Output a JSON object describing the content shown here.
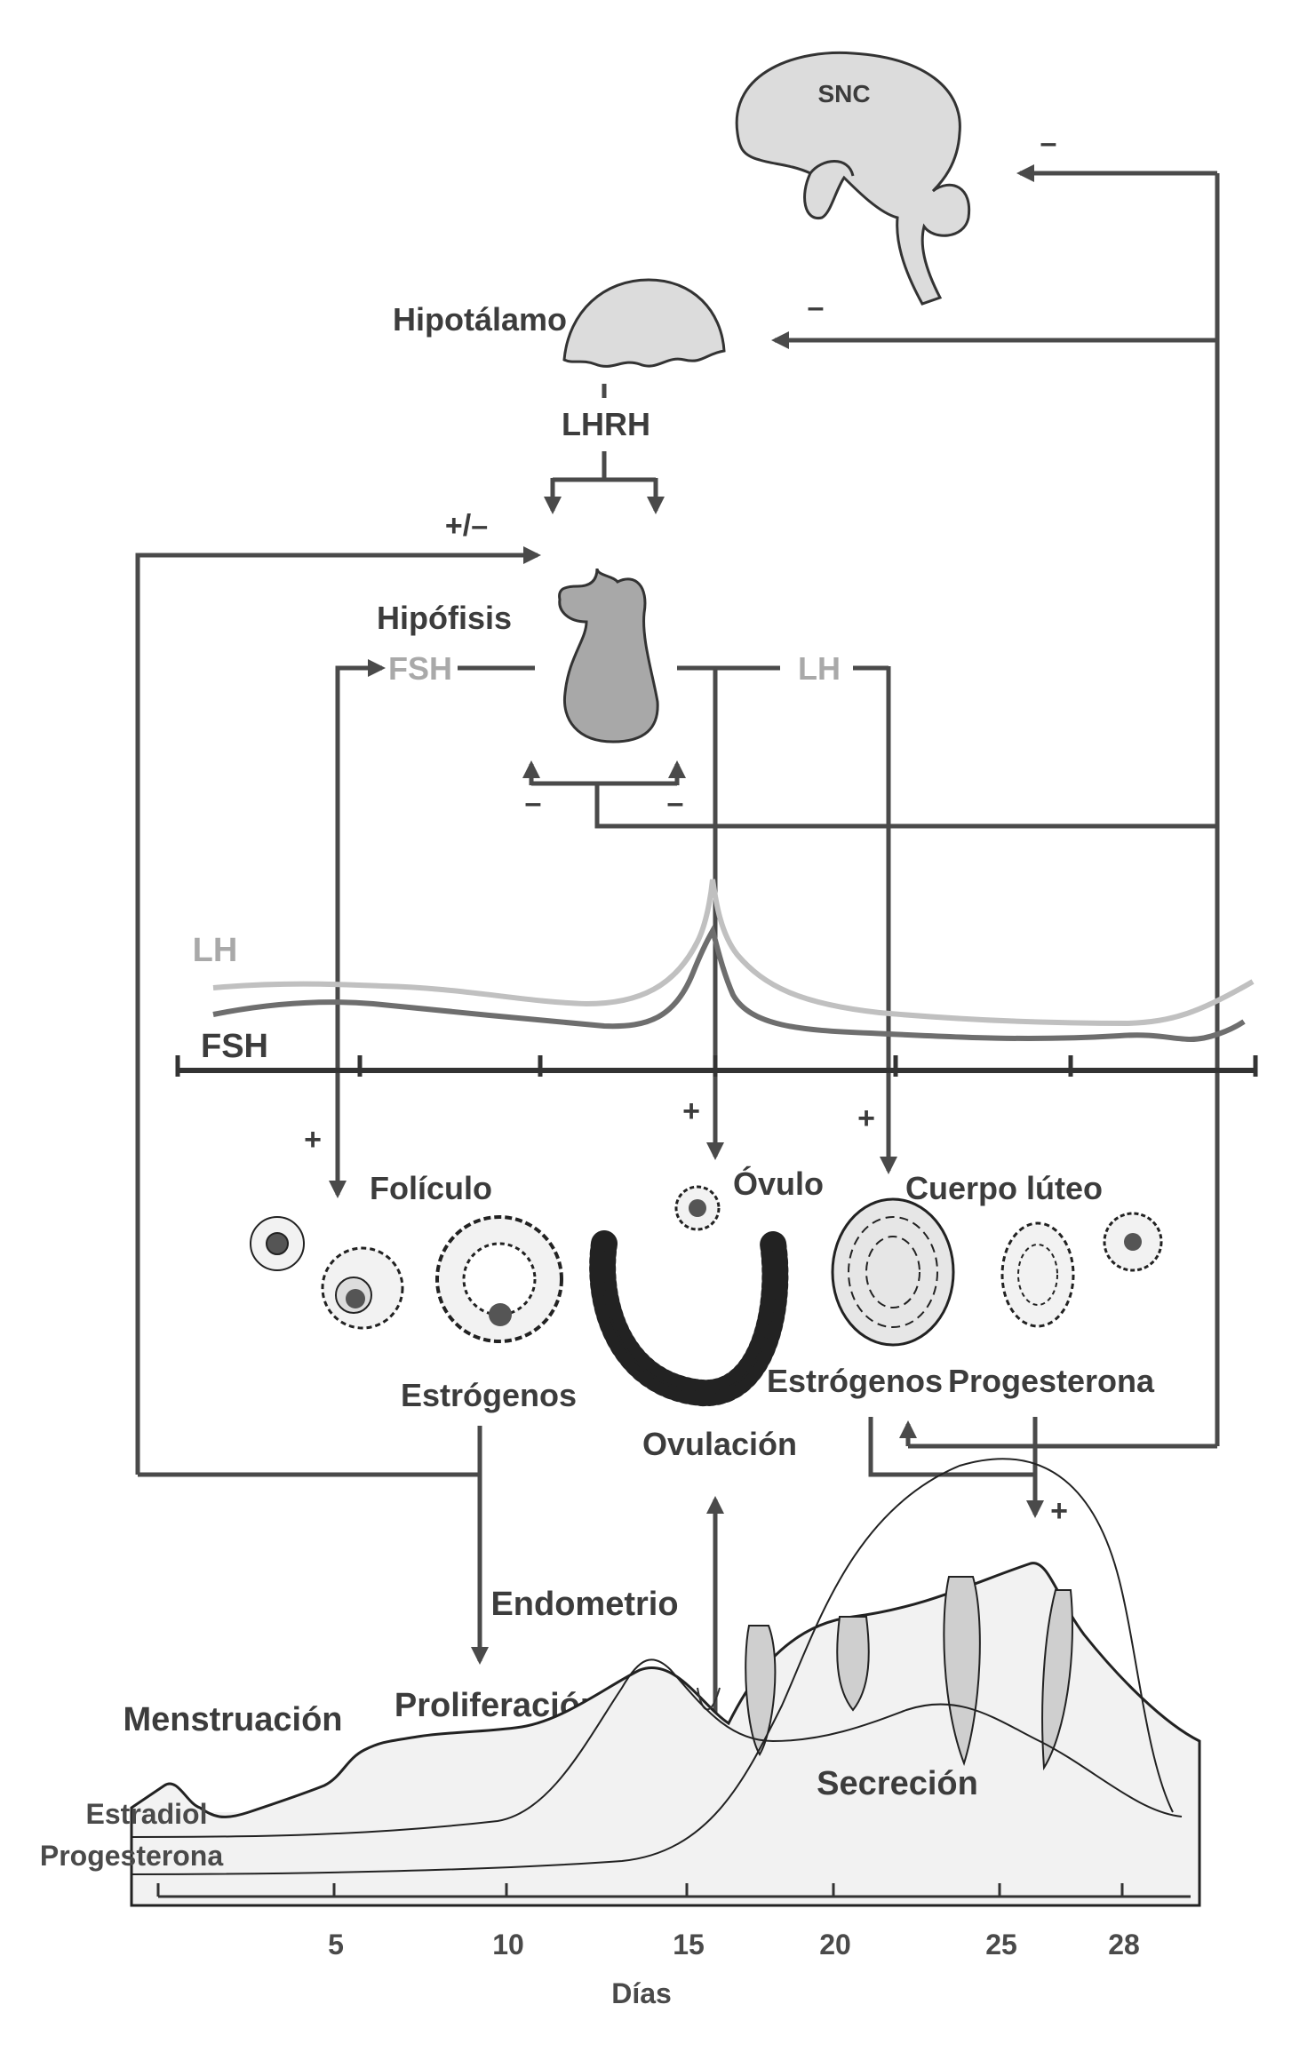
{
  "organs": {
    "cns": "SNC",
    "hypothalamus": "Hipotálamo",
    "releasing_hormone": "LHRH",
    "pituitary": "Hipófisis",
    "fsh": "FSH",
    "lh": "LH"
  },
  "signs": {
    "minus": "–",
    "plus": "+",
    "plus_minus": "+/–"
  },
  "hormone_curves": {
    "lh_label": "LH",
    "fsh_label": "FSH"
  },
  "ovary": {
    "follicle": "Folículo",
    "ovum": "Óvulo",
    "corpus_luteum": "Cuerpo lúteo",
    "estrogens_1": "Estrógenos",
    "estrogens_2": "Estrógenos",
    "progesterone": "Progesterona",
    "ovulation": "Ovulación"
  },
  "endometrium": {
    "title": "Endometrio",
    "menstruation": "Menstruación",
    "proliferation": "Proliferación",
    "secretion": "Secreción",
    "estradiol_curve": "Estradiol",
    "progesterone_curve": "Progesterona"
  },
  "axis": {
    "ticks": [
      "5",
      "10",
      "15",
      "20",
      "25",
      "28"
    ],
    "label": "Días"
  },
  "colors": {
    "lh_line": "#c0c0c0",
    "fsh_line": "#6e6e6e",
    "organ_fill": "#dcdcdc",
    "pituitary_fill": "#a8a8a8",
    "arrow": "#4a4a4a"
  }
}
